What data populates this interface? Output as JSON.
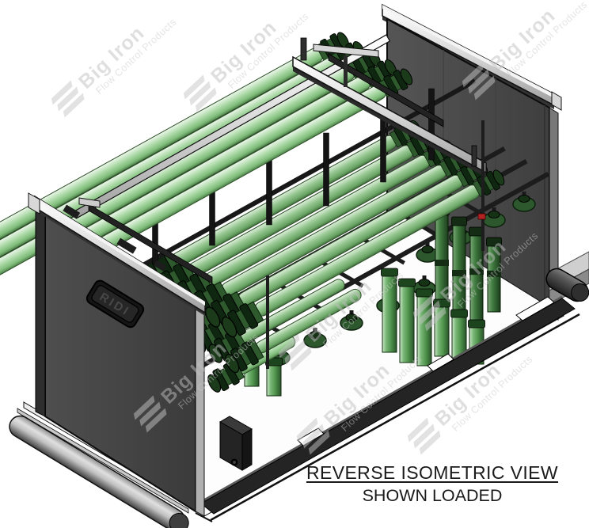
{
  "caption": {
    "line1": "REVERSE ISOMETRIC VIEW",
    "line2": "SHOWN LOADED"
  },
  "watermark": {
    "brand": "Big Iron",
    "tagline": "Flow Control Products"
  },
  "nameplate": {
    "text": "RIDI"
  },
  "colors": {
    "background": "#ffffff",
    "pipe_green_light": "#a9d8a4",
    "pipe_green_dark": "#2e5a2e",
    "vertical_pipe_green": "#4f934c",
    "coupling_dark_green": "#0f2610",
    "frame_dark": "#242424",
    "wall_gray": "#474747",
    "rail_light": "#dcdcdc",
    "watermark_gray": "#c4c4c4",
    "caption_black": "#1a1a1a",
    "accent_red": "#b22222"
  }
}
